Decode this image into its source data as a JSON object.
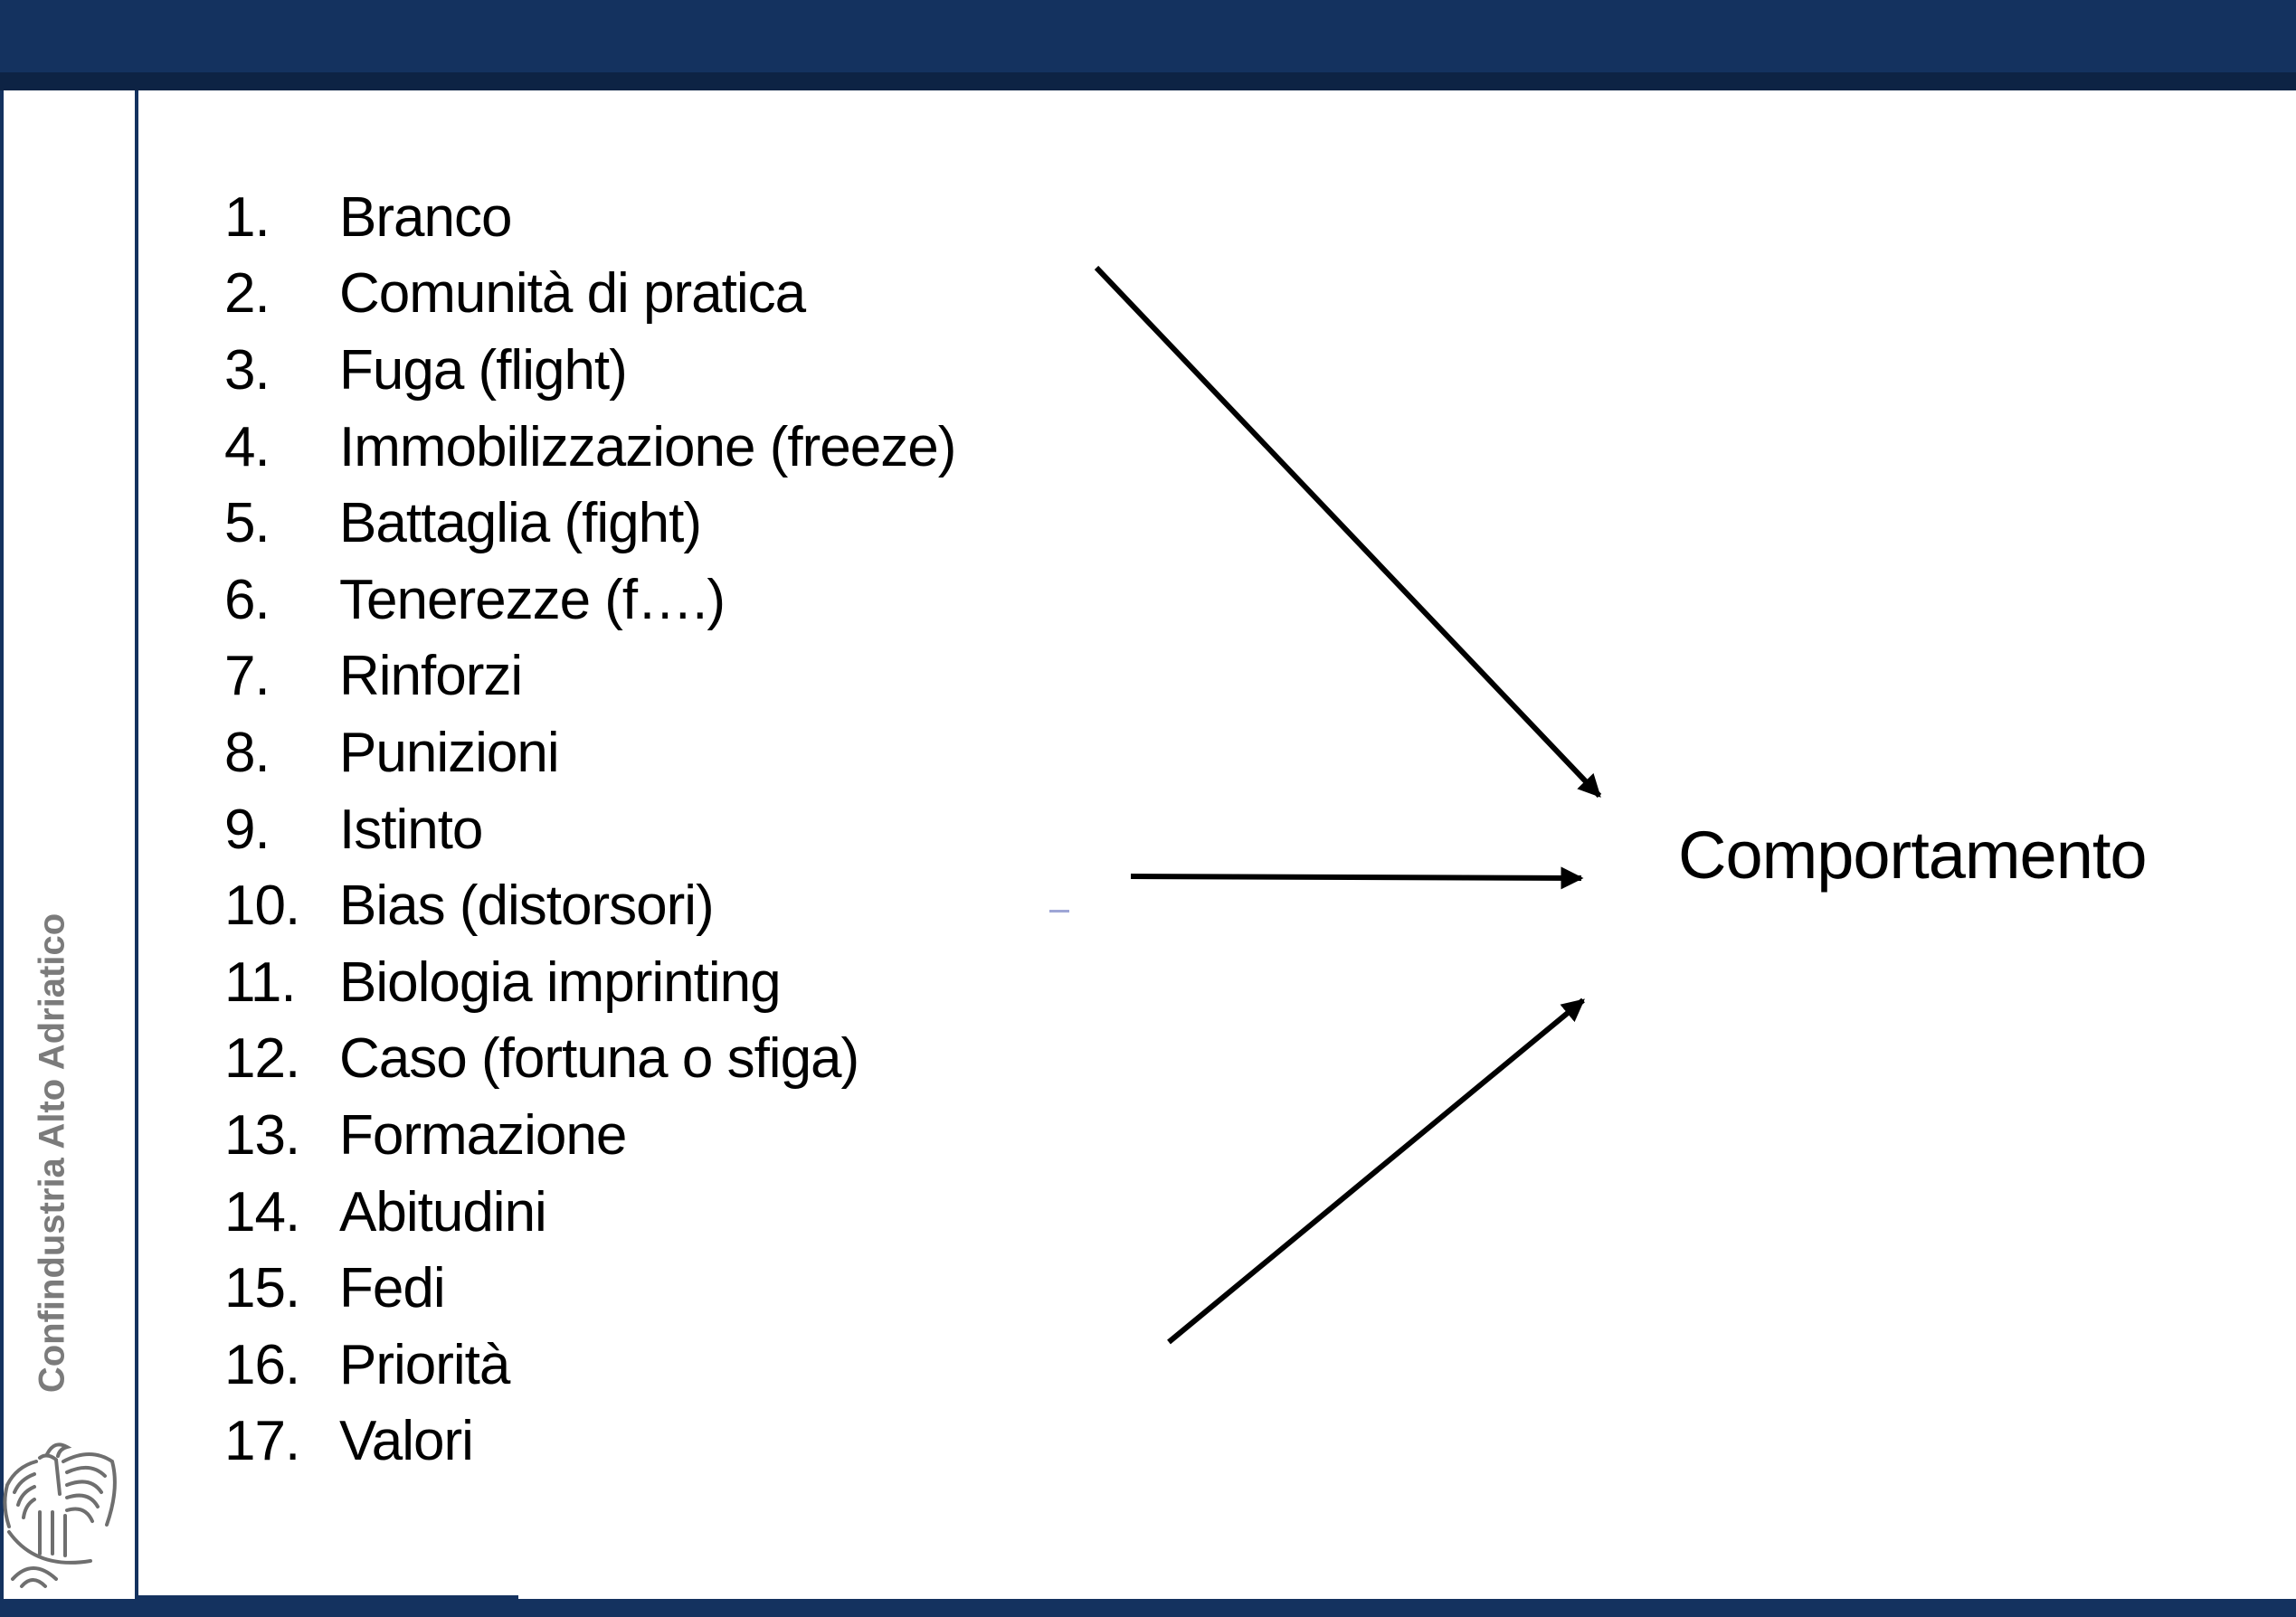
{
  "brand": {
    "vertical_text": "Confindustria Alto Adriatico"
  },
  "factors": [
    {
      "number": "1.",
      "label": "Branco"
    },
    {
      "number": "2.",
      "label": "Comunità di pratica"
    },
    {
      "number": "3.",
      "label": "Fuga (flight)"
    },
    {
      "number": "4.",
      "label": "Immobilizzazione (freeze)"
    },
    {
      "number": "5.",
      "label": "Battaglia (fight)"
    },
    {
      "number": "6.",
      "label": "Tenerezze (f….)"
    },
    {
      "number": "7.",
      "label": "Rinforzi"
    },
    {
      "number": "8.",
      "label": "Punizioni"
    },
    {
      "number": "9.",
      "label": "Istinto"
    },
    {
      "number": "10.",
      "label": "Bias (distorsori)"
    },
    {
      "number": "11.",
      "label": "Biologia imprinting"
    },
    {
      "number": "12.",
      "label": "Caso (fortuna o sfiga)"
    },
    {
      "number": "13.",
      "label": "Formazione"
    },
    {
      "number": "14.",
      "label": "Abitudini"
    },
    {
      "number": "15.",
      "label": "Fedi"
    },
    {
      "number": "16.",
      "label": "Priorità"
    },
    {
      "number": "17.",
      "label": "Valori"
    }
  ],
  "target": {
    "label": "Comportamento"
  },
  "colors": {
    "frame": "#14325f",
    "brand_text": "#7b7b7b",
    "text": "#000000"
  }
}
